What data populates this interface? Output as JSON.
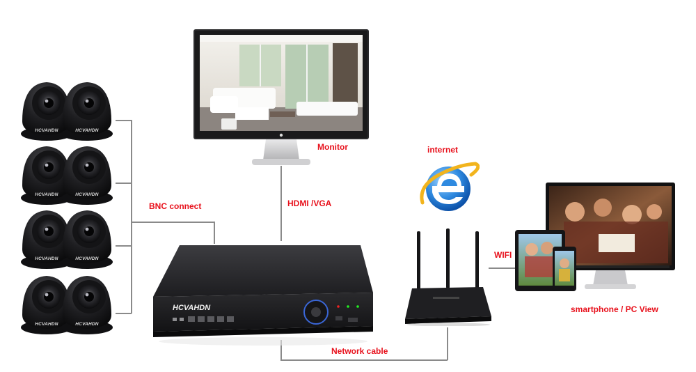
{
  "labels": {
    "monitor": "Monitor",
    "internet": "internet",
    "bnc": "BNC connect",
    "hdmi": "HDMI /VGA",
    "wifi": "WIFI",
    "network_cable": "Network cable",
    "view": "smartphone / PC View"
  },
  "brand": "HCVAHDN",
  "cameras": [
    {
      "brand": "HCVAHDN"
    },
    {
      "brand": "HCVAHDN"
    },
    {
      "brand": "HCVAHDN"
    },
    {
      "brand": "HCVAHDN"
    },
    {
      "brand": "HCVAHDN"
    },
    {
      "brand": "HCVAHDN"
    },
    {
      "brand": "HCVAHDN"
    },
    {
      "brand": "HCVAHDN"
    }
  ],
  "colors": {
    "label_red": "#e8111c",
    "line_gray": "#8a8a8a",
    "device_black": "#1c1c1e",
    "ie_blue": "#2f8ae0"
  }
}
